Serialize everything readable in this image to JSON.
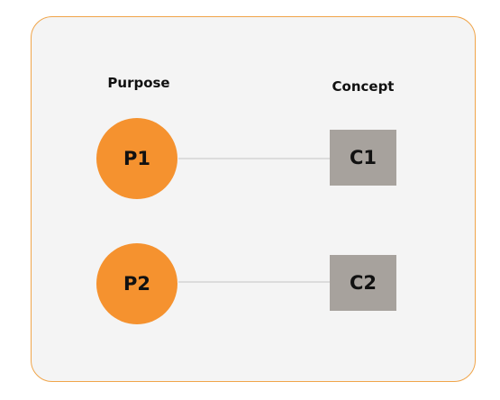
{
  "headers": {
    "purpose": "Purpose",
    "concept": "Concept"
  },
  "rows": [
    {
      "purpose": "P1",
      "concept": "C1"
    },
    {
      "purpose": "P2",
      "concept": "C2"
    }
  ],
  "colors": {
    "panel_border": "#f0a54a",
    "panel_background": "#f4f4f4",
    "purpose_node": "#f5922f",
    "concept_node": "#a7a29d",
    "connector": "#dcdcdc"
  }
}
